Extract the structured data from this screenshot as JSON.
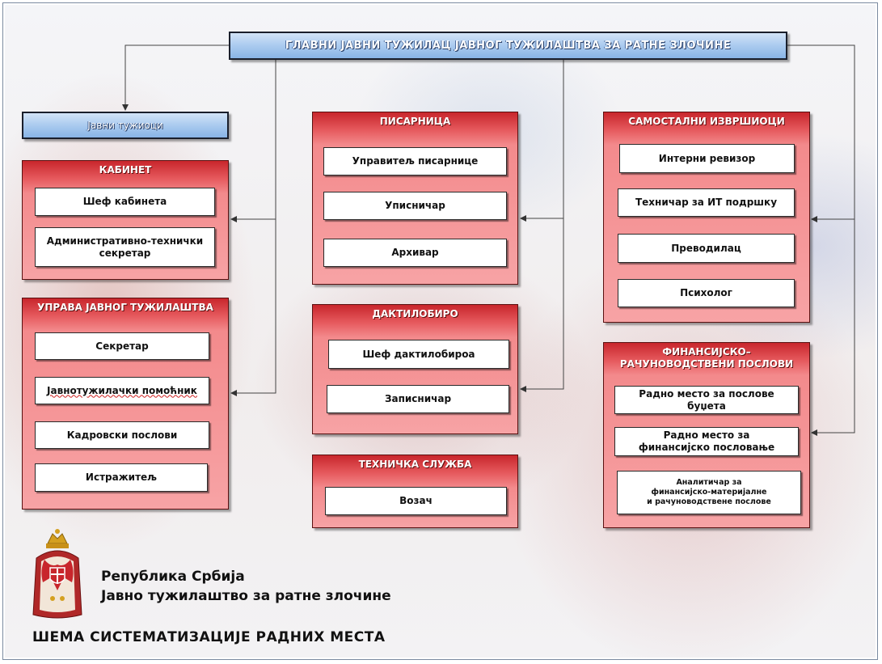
{
  "top": {
    "title": "ГЛАВНИ ЈАВНИ ТУЖИЛАЦ ЈАВНОГ ТУЖИЛАШТВА ЗА РАТНЕ ЗЛОЧИНЕ"
  },
  "prosecutors": {
    "label": "Јавни тужиоци"
  },
  "cabinet": {
    "title": "КАБИНЕТ",
    "items": [
      "Шеф кабинета",
      "Административно-технички секретар"
    ]
  },
  "administration": {
    "title": "УПРАВА ЈАВНОГ ТУЖИЛАШТВА",
    "items": [
      "Секретар",
      "Јавнотужилачки помоћник",
      "Кадровски послови",
      "Истражитељ"
    ]
  },
  "registry": {
    "title": "ПИСАРНИЦА",
    "items": [
      "Управитељ писарнице",
      "Уписничар",
      "Архивар"
    ]
  },
  "typing": {
    "title": "ДАКТИЛОБИРО",
    "items": [
      "Шеф дактилобироа",
      "Записничар"
    ]
  },
  "technical": {
    "title": "ТЕХНИЧКА СЛУЖБА",
    "items": [
      "Возач"
    ]
  },
  "independent": {
    "title": "САМОСТАЛНИ ИЗВРШИОЦИ",
    "items": [
      "Интерни ревизор",
      "Техничар за ИТ подршку",
      "Преводилац",
      "Психолог"
    ]
  },
  "finance": {
    "title_line1": "ФИНАНСИЈСКО–",
    "title_line2": "РАЧУНОВОДСТВЕНИ ПОСЛОВИ",
    "items": [
      "Радно место за послове буџета"
    ],
    "item2_line1": "Радно место за",
    "item2_line2": "финансијско пословање",
    "item3_line1": "Аналитичар за",
    "item3_line2": "финансијско-материјалне",
    "item3_line3": "и рачуноводствене послове"
  },
  "footer": {
    "country": "Република Србија",
    "institution": "Јавно тужилаштво за ратне злочине",
    "scheme_title": "ШЕМА СИСТЕМАТИЗАЦИЈЕ РАДНИХ МЕСТА"
  },
  "colors": {
    "panel_red": "#c8262c",
    "panel_pink": "#f7a3a5",
    "header_blue": "#88b4e6",
    "line": "#333333"
  },
  "icons": {
    "emblem": "serbian-coat-of-arms-icon"
  }
}
